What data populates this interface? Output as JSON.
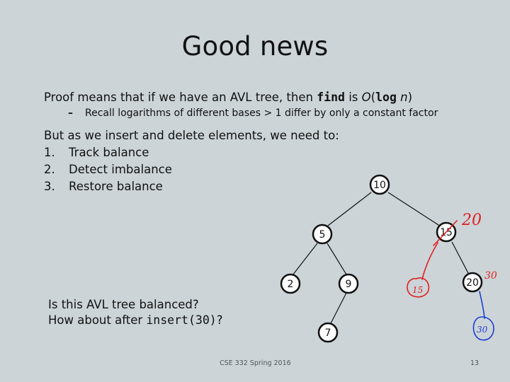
{
  "slide": {
    "title": "Good news",
    "line1": {
      "prefix": "Proof means that if we have an AVL tree, then ",
      "code_find": "find",
      "mid": " is ",
      "big_o": "O",
      "open": "(",
      "code_log": "log",
      "space": " ",
      "n": "n",
      "close": ")"
    },
    "sub_bullet": {
      "dash": "–",
      "text": "Recall logarithms of different bases > 1 differ by only a constant factor"
    },
    "line2": "But as we insert and delete elements, we need to:",
    "steps": [
      {
        "num": "1.",
        "text": "Track balance"
      },
      {
        "num": "2.",
        "text": "Detect imbalance"
      },
      {
        "num": "3.",
        "text": "Restore balance"
      }
    ],
    "question1": "Is this AVL tree balanced?",
    "question2_prefix": "How about after ",
    "question2_code": "insert(30)",
    "question2_suffix": "?",
    "footer_left": "CSE 332 Spring 2016",
    "footer_right": "13"
  },
  "tree": {
    "nodes": [
      "10",
      "5",
      "15",
      "2",
      "9",
      "20",
      "7"
    ]
  },
  "annotations": {
    "handwritten_20": "20",
    "handwritten_30": "30",
    "handwritten_15": "15",
    "handwritten_30_node": "30",
    "colors": {
      "red_ink": "#e02020",
      "blue_ink": "#1a3fd0"
    }
  }
}
